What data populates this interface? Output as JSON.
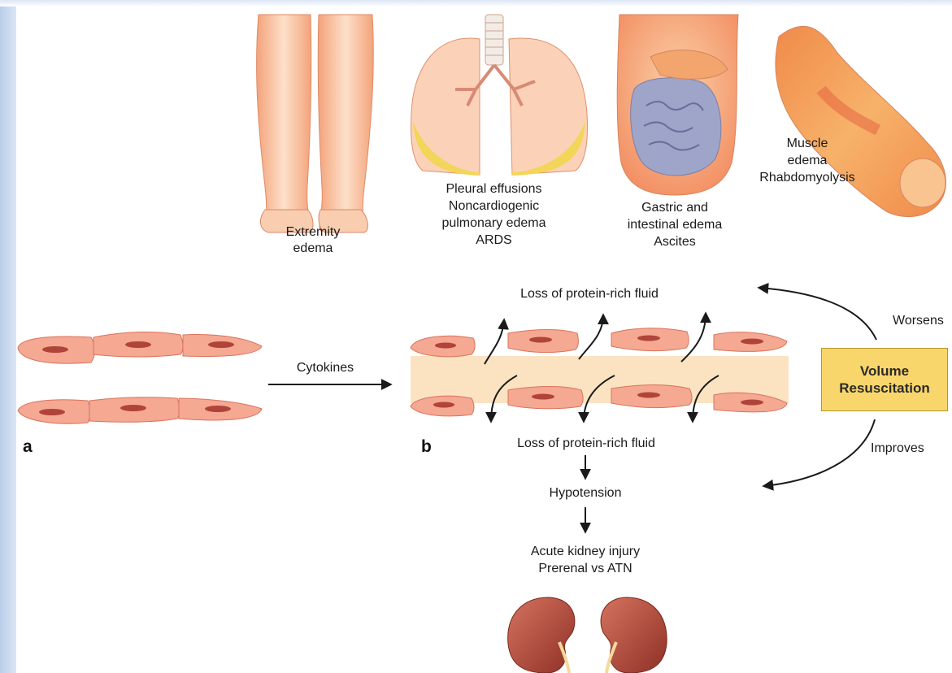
{
  "organ_labels": {
    "extremity": [
      "Extremity",
      "edema"
    ],
    "lungs": [
      "Pleural effusions",
      "Noncardiogenic",
      "pulmonary edema",
      "ARDS"
    ],
    "abdomen": [
      "Gastric and",
      "intestinal edema",
      "Ascites"
    ],
    "muscle": [
      "Muscle",
      "edema",
      "Rhabdomyolysis"
    ]
  },
  "panel_a": {
    "letter": "a"
  },
  "panel_b": {
    "letter": "b"
  },
  "cytokines_label": "Cytokines",
  "loss_top_label": "Loss of protein-rich fluid",
  "loss_bottom_label": "Loss of protein-rich fluid",
  "hypotension_label": "Hypotension",
  "aki_labels": [
    "Acute kidney injury",
    "Prerenal vs ATN"
  ],
  "volume_box": [
    "Volume",
    "Resuscitation"
  ],
  "worsens_label": "Worsens",
  "improves_label": "Improves",
  "colors": {
    "skin_light": "#fde0c9",
    "skin_mid": "#f7b28a",
    "cell_fill": "#f5a892",
    "cell_nucleus": "#b0443a",
    "vessel_fill": "#fbe3c2",
    "box_fill": "#f9d66b",
    "kidney": "#b74a3c",
    "effusion": "#f3d55a"
  }
}
